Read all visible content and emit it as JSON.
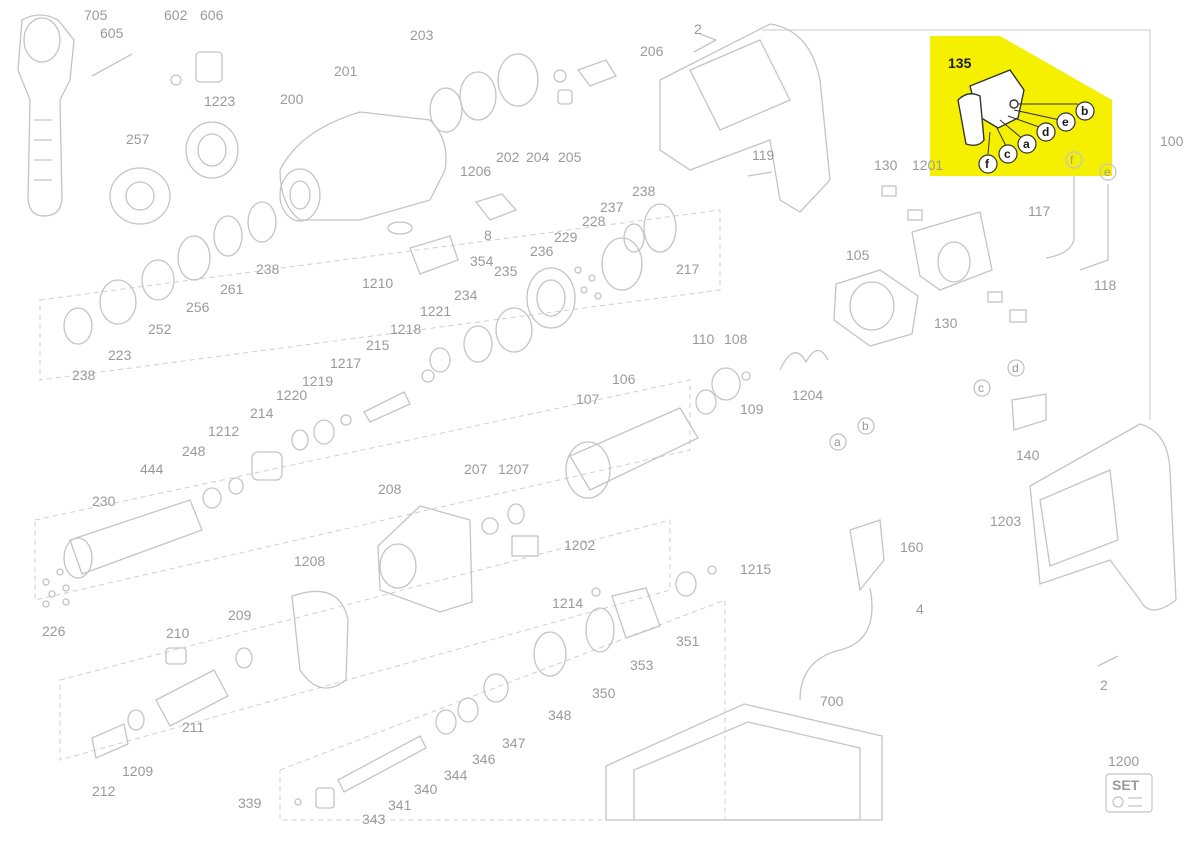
{
  "highlight_color": "#f4f000",
  "highlighted_part": {
    "number": "135",
    "callouts": [
      "b",
      "e",
      "d",
      "a",
      "c",
      "f"
    ]
  },
  "parts": [
    {
      "id": "p705",
      "number": "705"
    },
    {
      "id": "p605",
      "number": "605"
    },
    {
      "id": "p602",
      "number": "602"
    },
    {
      "id": "p606",
      "number": "606"
    },
    {
      "id": "p203",
      "number": "203"
    },
    {
      "id": "p206",
      "number": "206"
    },
    {
      "id": "p201",
      "number": "201"
    },
    {
      "id": "p200",
      "number": "200"
    },
    {
      "id": "p1223",
      "number": "1223"
    },
    {
      "id": "p257",
      "number": "257"
    },
    {
      "id": "p1206",
      "number": "1206"
    },
    {
      "id": "p202",
      "number": "202"
    },
    {
      "id": "p204",
      "number": "204"
    },
    {
      "id": "p205",
      "number": "205"
    },
    {
      "id": "p8",
      "number": "8"
    },
    {
      "id": "p2a",
      "number": "2"
    },
    {
      "id": "p119",
      "number": "119"
    },
    {
      "id": "p100",
      "number": "100"
    },
    {
      "id": "p130a",
      "number": "130"
    },
    {
      "id": "p1201",
      "number": "1201"
    },
    {
      "id": "p117",
      "number": "117"
    },
    {
      "id": "p118",
      "number": "118"
    },
    {
      "id": "p238a",
      "number": "238"
    },
    {
      "id": "p237",
      "number": "237"
    },
    {
      "id": "p228",
      "number": "228"
    },
    {
      "id": "p229",
      "number": "229"
    },
    {
      "id": "p236",
      "number": "236"
    },
    {
      "id": "p235",
      "number": "235"
    },
    {
      "id": "p217",
      "number": "217"
    },
    {
      "id": "p1210",
      "number": "1210"
    },
    {
      "id": "p354",
      "number": "354"
    },
    {
      "id": "p261",
      "number": "261"
    },
    {
      "id": "p256",
      "number": "256"
    },
    {
      "id": "p252",
      "number": "252"
    },
    {
      "id": "p238b",
      "number": "238"
    },
    {
      "id": "p223",
      "number": "223"
    },
    {
      "id": "p238c",
      "number": "238"
    },
    {
      "id": "p105",
      "number": "105"
    },
    {
      "id": "p130b",
      "number": "130"
    },
    {
      "id": "p234",
      "number": "234"
    },
    {
      "id": "p1221",
      "number": "1221"
    },
    {
      "id": "p1218",
      "number": "1218"
    },
    {
      "id": "p215",
      "number": "215"
    },
    {
      "id": "p1217",
      "number": "1217"
    },
    {
      "id": "p1219",
      "number": "1219"
    },
    {
      "id": "p1220",
      "number": "1220"
    },
    {
      "id": "p214",
      "number": "214"
    },
    {
      "id": "p110",
      "number": "110"
    },
    {
      "id": "p108",
      "number": "108"
    },
    {
      "id": "p106",
      "number": "106"
    },
    {
      "id": "p107",
      "number": "107"
    },
    {
      "id": "p109",
      "number": "109"
    },
    {
      "id": "p1204",
      "number": "1204"
    },
    {
      "id": "p140",
      "number": "140"
    },
    {
      "id": "p1212",
      "number": "1212"
    },
    {
      "id": "p248",
      "number": "248"
    },
    {
      "id": "p444",
      "number": "444"
    },
    {
      "id": "p230",
      "number": "230"
    },
    {
      "id": "p207",
      "number": "207"
    },
    {
      "id": "p1207",
      "number": "1207"
    },
    {
      "id": "p208",
      "number": "208"
    },
    {
      "id": "p1202",
      "number": "1202"
    },
    {
      "id": "p160",
      "number": "160"
    },
    {
      "id": "p1203",
      "number": "1203"
    },
    {
      "id": "p226",
      "number": "226"
    },
    {
      "id": "p1208",
      "number": "1208"
    },
    {
      "id": "p1215",
      "number": "1215"
    },
    {
      "id": "p1214",
      "number": "1214"
    },
    {
      "id": "p210",
      "number": "210"
    },
    {
      "id": "p209",
      "number": "209"
    },
    {
      "id": "p353",
      "number": "353"
    },
    {
      "id": "p351",
      "number": "351"
    },
    {
      "id": "p4",
      "number": "4"
    },
    {
      "id": "p2b",
      "number": "2"
    },
    {
      "id": "p350",
      "number": "350"
    },
    {
      "id": "p211",
      "number": "211"
    },
    {
      "id": "p348",
      "number": "348"
    },
    {
      "id": "p700",
      "number": "700"
    },
    {
      "id": "p347",
      "number": "347"
    },
    {
      "id": "p1209",
      "number": "1209"
    },
    {
      "id": "p346",
      "number": "346"
    },
    {
      "id": "p344",
      "number": "344"
    },
    {
      "id": "p212",
      "number": "212"
    },
    {
      "id": "p340",
      "number": "340"
    },
    {
      "id": "p341",
      "number": "341"
    },
    {
      "id": "p339",
      "number": "339"
    },
    {
      "id": "p343",
      "number": "343"
    },
    {
      "id": "p1200",
      "number": "1200"
    }
  ],
  "wire_letters": {
    "e": "e",
    "f": "f",
    "d": "d",
    "c": "c",
    "a": "a",
    "b": "b"
  },
  "set_badge": "SET"
}
